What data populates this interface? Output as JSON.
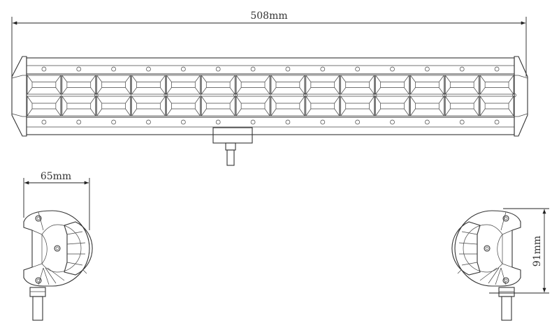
{
  "dimensions": {
    "length": "508mm",
    "depth": "65mm",
    "height": "91mm"
  },
  "light_bar": {
    "module_count": 14,
    "line_color": "#333333"
  }
}
